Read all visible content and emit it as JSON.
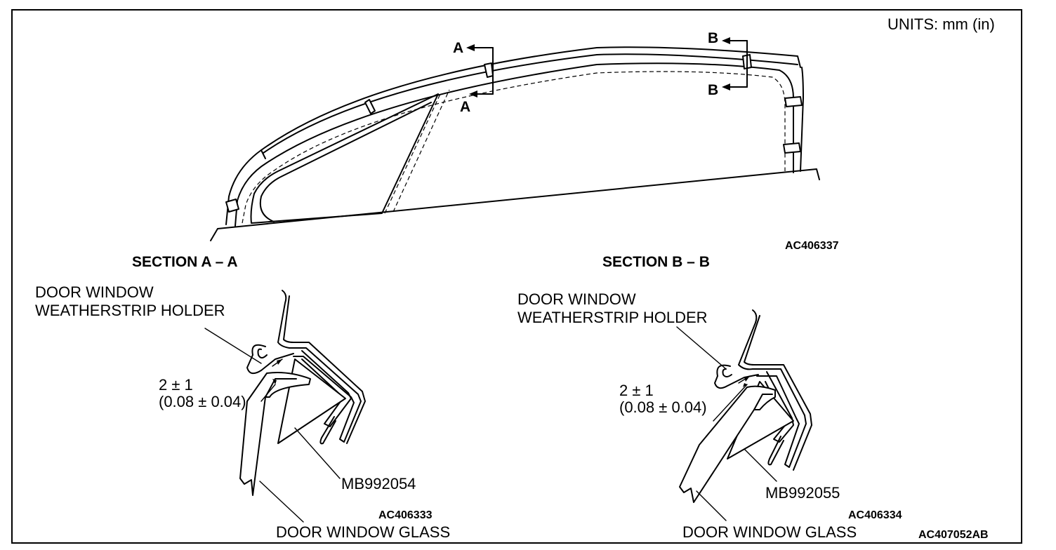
{
  "units": "UNITS: mm (in)",
  "top_view": {
    "arrow_a_top": "A",
    "arrow_a_bottom": "A",
    "arrow_b_top": "B",
    "arrow_b_bottom": "B",
    "figure_code": "AC406337"
  },
  "section_a": {
    "title": "SECTION A – A",
    "holder_line1": "DOOR WINDOW",
    "holder_line2": "WEATHERSTRIP HOLDER",
    "dim_line1": "2 ± 1",
    "dim_line2": "(0.08 ± 0.04)",
    "tool": "MB992054",
    "figure_code": "AC406333",
    "glass": "DOOR WINDOW GLASS"
  },
  "section_b": {
    "title": "SECTION B – B",
    "holder_line1": "DOOR WINDOW",
    "holder_line2": "WEATHERSTRIP HOLDER",
    "dim_line1": "2 ± 1",
    "dim_line2": "(0.08 ± 0.04)",
    "tool": "MB992055",
    "figure_code": "AC406334",
    "glass": "DOOR WINDOW GLASS"
  },
  "sheet_code": "AC407052AB"
}
